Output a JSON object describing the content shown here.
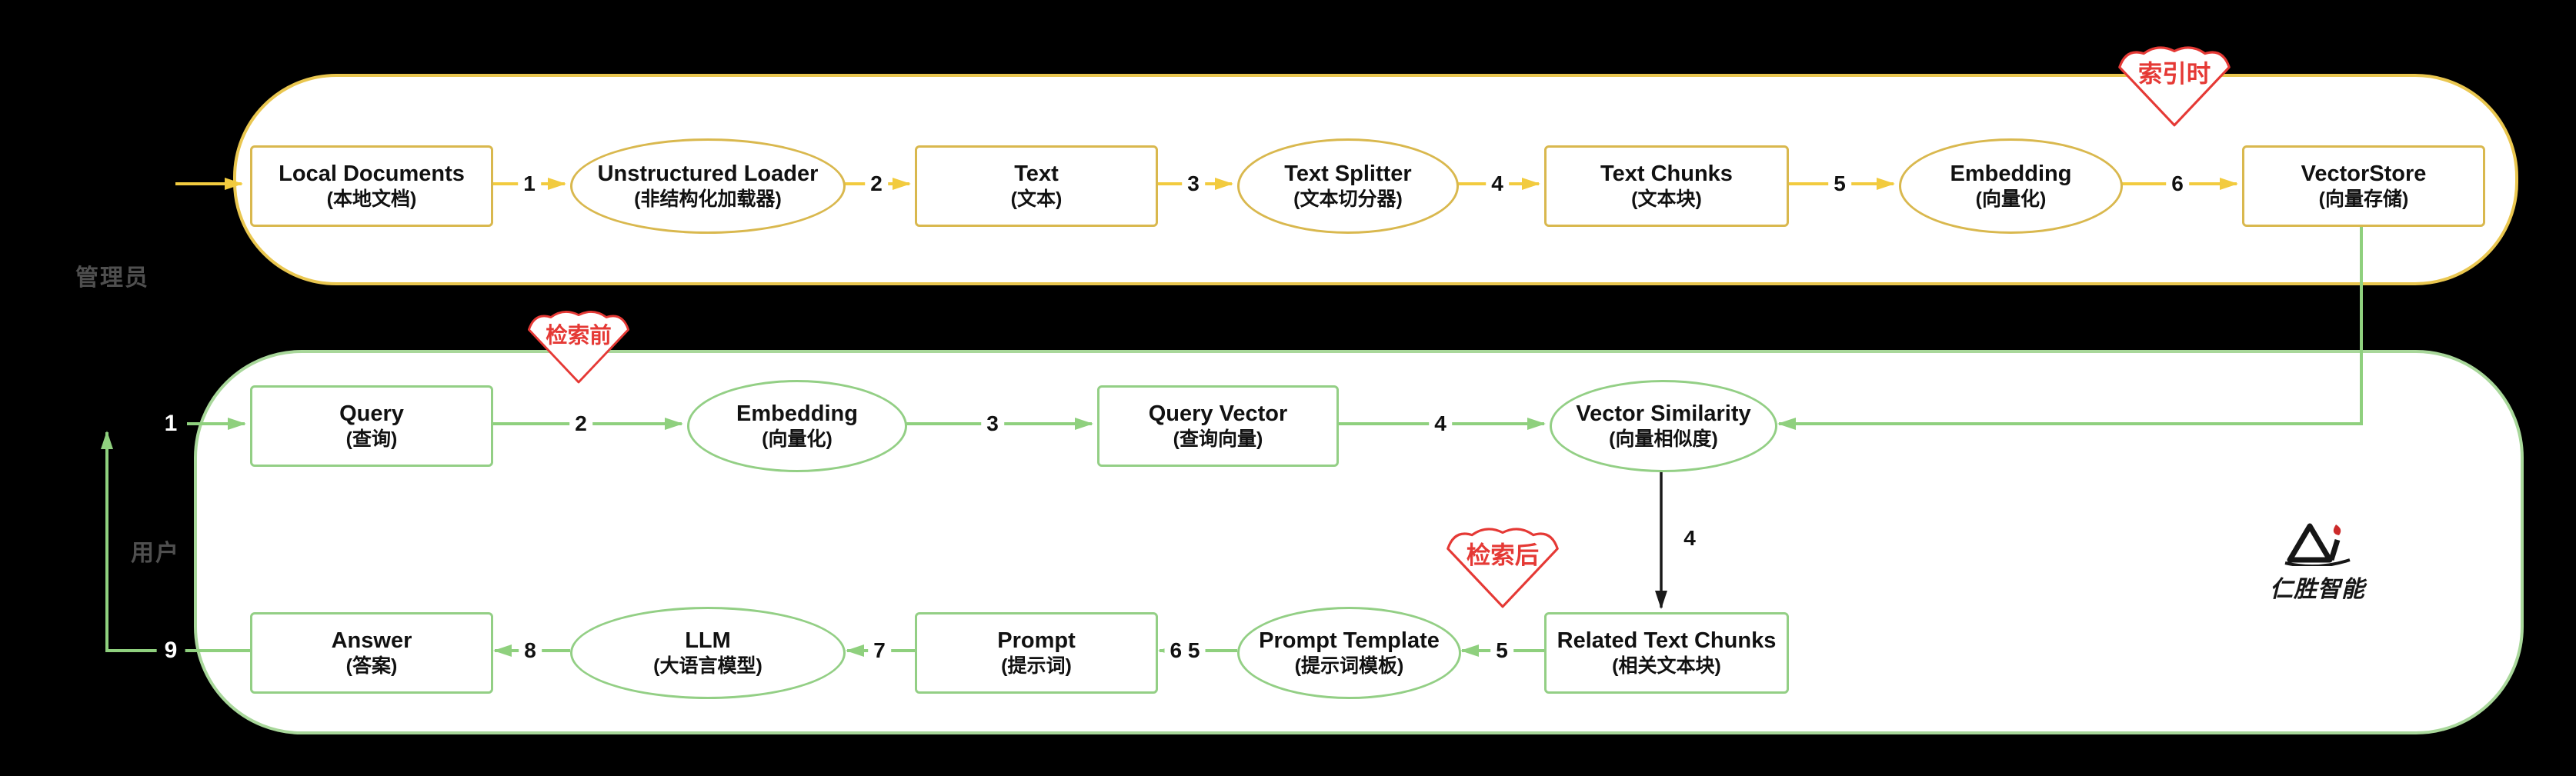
{
  "lanes": {
    "admin": {
      "label": "管理员"
    },
    "user": {
      "label": "用户"
    }
  },
  "nodes": {
    "local_documents": {
      "en": "Local Documents",
      "zh": "(本地文档)"
    },
    "unstructured_loader": {
      "en": "Unstructured Loader",
      "zh": "(非结构化加载器)"
    },
    "text": {
      "en": "Text",
      "zh": "(文本)"
    },
    "text_splitter": {
      "en": "Text Splitter",
      "zh": "(文本切分器)"
    },
    "text_chunks": {
      "en": "Text Chunks",
      "zh": "(文本块)"
    },
    "embedding_index": {
      "en": "Embedding",
      "zh": "(向量化)"
    },
    "vector_store": {
      "en": "VectorStore",
      "zh": "(向量存储)"
    },
    "query": {
      "en": "Query",
      "zh": "(查询)"
    },
    "embedding_query": {
      "en": "Embedding",
      "zh": "(向量化)"
    },
    "query_vector": {
      "en": "Query Vector",
      "zh": "(查询向量)"
    },
    "vector_similarity": {
      "en": "Vector Similarity",
      "zh": "(向量相似度)"
    },
    "related_text_chunks": {
      "en": "Related Text Chunks",
      "zh": "(相关文本块)"
    },
    "prompt_template": {
      "en": "Prompt Template",
      "zh": "(提示词模板)"
    },
    "prompt": {
      "en": "Prompt",
      "zh": "(提示词)"
    },
    "llm": {
      "en": "LLM",
      "zh": "(大语言模型)"
    },
    "answer": {
      "en": "Answer",
      "zh": "(答案)"
    }
  },
  "edges": {
    "a1": "1",
    "a2": "2",
    "a3": "3",
    "a4": "4",
    "a5": "5",
    "a6": "6",
    "u1": "1",
    "u2": "2",
    "u3": "3",
    "u4": "4",
    "u4_down": "4",
    "u5": "5",
    "u6_5": "6 5",
    "u7": "7",
    "u8": "8",
    "u9": "9"
  },
  "annotations": {
    "indexing": "索引时",
    "before_retrieval": "检索前",
    "after_retrieval": "检索后"
  },
  "logo": {
    "name": "仁胜智能"
  },
  "colors": {
    "admin_border": "#E9C64F",
    "admin_arrow": "#F2CB3F",
    "user_border": "#A8D79A",
    "user_arrow": "#8FD07E",
    "black_arrow": "#1A1A1A",
    "annotation": "#E53935"
  }
}
